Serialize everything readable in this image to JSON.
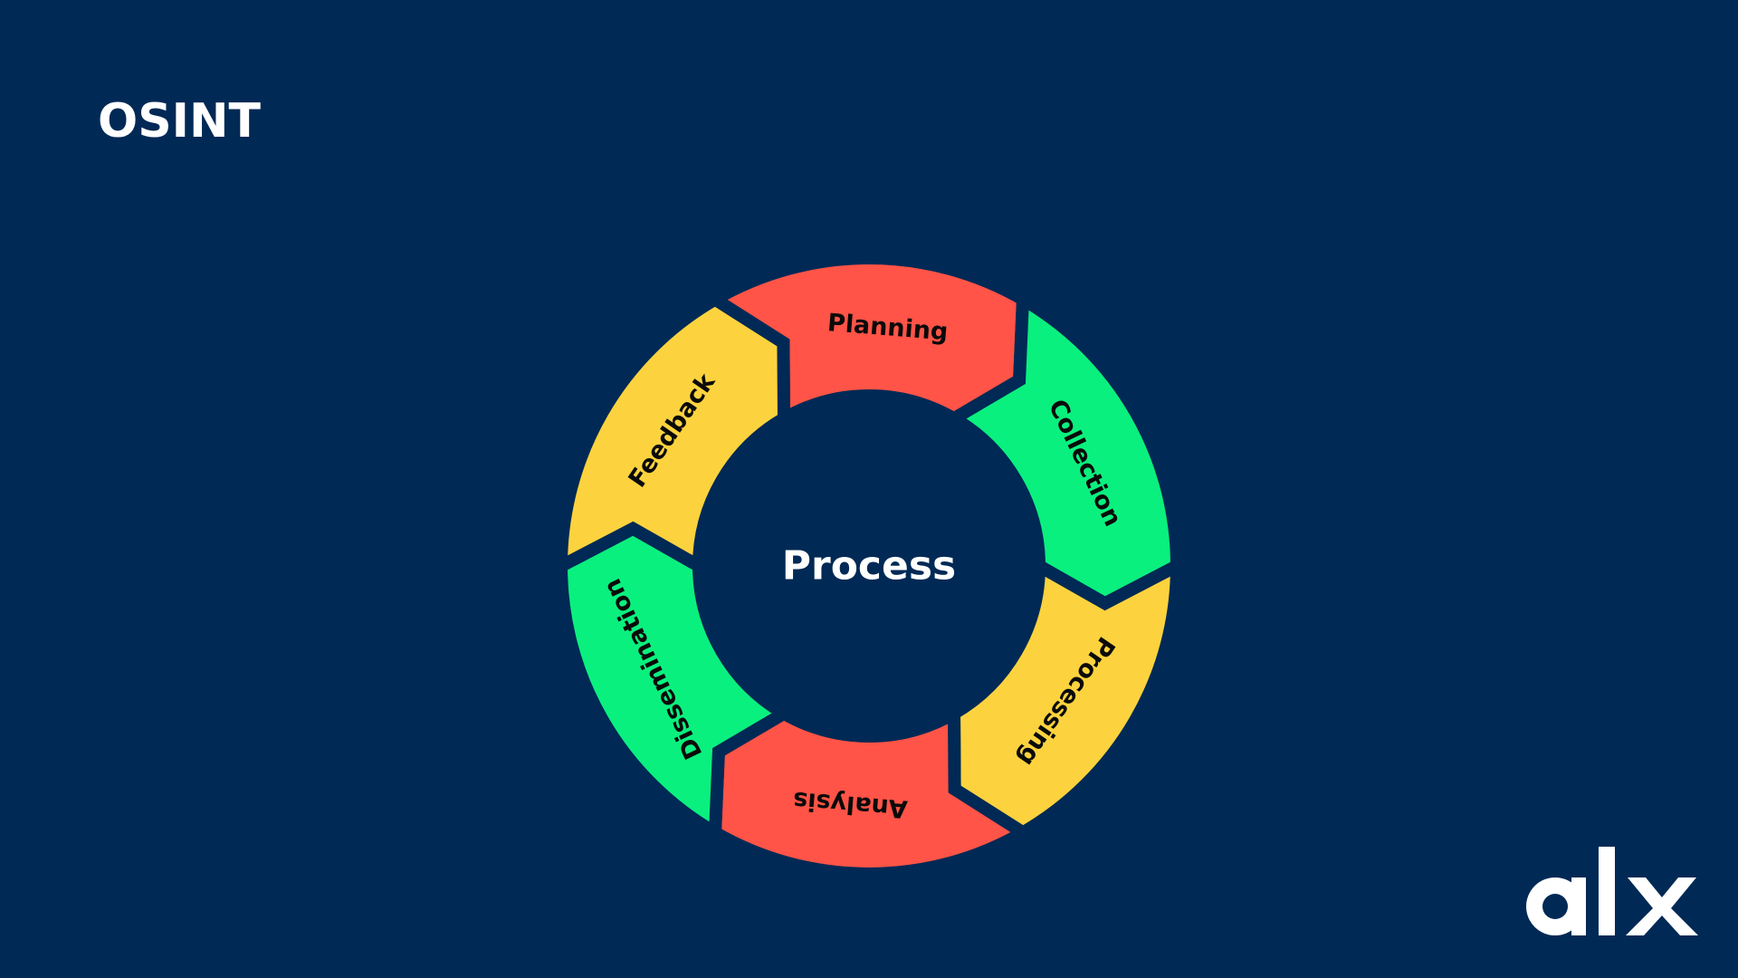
{
  "slide": {
    "title": "OSINT"
  },
  "cycle": {
    "center_label": "Process",
    "ring_color": "#002955",
    "stages": [
      {
        "label": "Planning",
        "color": "#FF5447"
      },
      {
        "label": "Collection",
        "color": "#0AF07E"
      },
      {
        "label": "Processing",
        "color": "#FCD33E"
      },
      {
        "label": "Analysis",
        "color": "#FF5447"
      },
      {
        "label": "Dissemination",
        "color": "#0AF07E"
      },
      {
        "label": "Feedback",
        "color": "#FCD33E"
      }
    ]
  },
  "brand": {
    "logo_text": "alx",
    "logo_color": "#FFFFFF"
  }
}
